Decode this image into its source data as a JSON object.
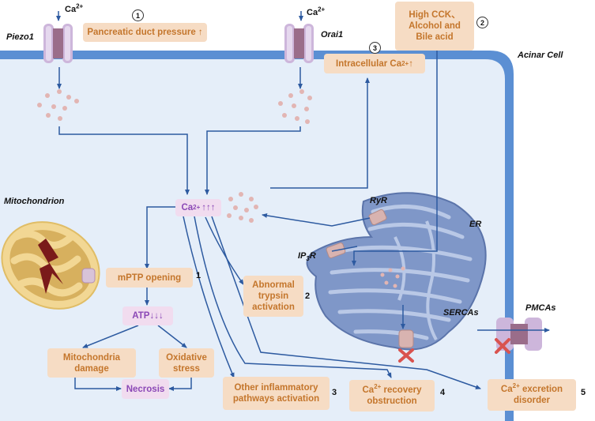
{
  "ion_top_left": "Ca",
  "ion_top_mid": "Ca",
  "ion_charge": "2+",
  "labels": {
    "piezo1": "Piezo1",
    "orai1": "Orai1",
    "acinar_cell": "Acinar Cell",
    "mitochondrion": "Mitochondrion",
    "ryr": "RyR",
    "ip3r_base": "IP",
    "ip3r_sub": "3",
    "ip3r_tail": "R",
    "er": "ER",
    "sercas": "SERCAs",
    "pmcas": "PMCAs"
  },
  "markers": {
    "m1": "1",
    "m2": "2",
    "m3": "3"
  },
  "steps": {
    "s1": "1",
    "s2": "2",
    "s3": "3",
    "s4": "4",
    "s5": "5"
  },
  "boxes": {
    "pancreatic_pressure": "Pancreatic duct pressure ↑",
    "high_cck_1": "High CCK、",
    "high_cck_2": "Alcohol and",
    "high_cck_3": "Bile acid",
    "intracellular_pre": "Intracellular Ca",
    "intracellular_post": "↑",
    "ca_central_pre": "Ca",
    "ca_central_post": "↑↑↑",
    "mptp": "mPTP opening",
    "atp": "ATP↓↓↓",
    "mito_damage_1": "Mitochondria",
    "mito_damage_2": "damage",
    "oxidative_1": "Oxidative",
    "oxidative_2": "stress",
    "necrosis": "Necrosis",
    "trypsin_1": "Abnormal",
    "trypsin_2": "trypsin",
    "trypsin_3": "activation",
    "inflammatory_1": "Other inflammatory",
    "inflammatory_2": "pathways activation",
    "recovery_pre": "Ca",
    "recovery_post": " recovery",
    "recovery_2": "obstruction",
    "excretion_pre": "Ca",
    "excretion_post": " excretion",
    "excretion_2": "disorder"
  },
  "colors": {
    "membrane": "#5b8fd3",
    "cell_fill": "#e5eef9",
    "arrow": "#2d5aa0",
    "box_orange": "#f6dcc4",
    "text_orange": "#c4762c",
    "box_purple": "#f1dcef",
    "text_purple": "#8b48b6",
    "er_fill": "#7f97c8",
    "mito_fill": "#f2d794",
    "cross_red": "#d9534f"
  }
}
